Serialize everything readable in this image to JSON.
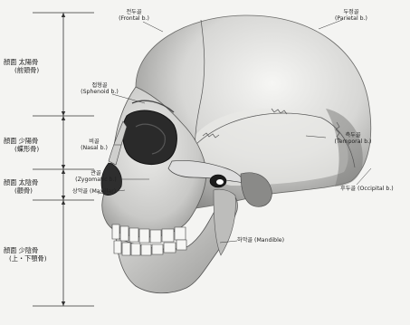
{
  "labels": {
    "frontal": {
      "ko": "전두골",
      "en": "(Frontal b.)"
    },
    "parietal": {
      "ko": "두정골",
      "en": "(Parietal b.)"
    },
    "sphenoid": {
      "ko": "접형골",
      "en": "(Sphenoid b.)"
    },
    "nasal": {
      "ko": "비골",
      "en": "(Nasal b.)"
    },
    "zygomatic": {
      "ko": "관골",
      "en": "(Zygomatic b.)"
    },
    "maxilla": {
      "ko": "상악골 (Maxillar)"
    },
    "temporal": {
      "ko": "측두골",
      "en": "(Temporal b.)"
    },
    "occipital": {
      "ko": "후두골 (Occipital b.)"
    },
    "mandible": {
      "ko": "하악골 (Mandible)"
    }
  },
  "side_regions": [
    {
      "line1": "顔面 太陽骨",
      "line2": "(前頭骨)"
    },
    {
      "line1": "顔面 少陽骨",
      "line2": "(蝶形骨)"
    },
    {
      "line1": "顔面 太陰骨",
      "line2": "(顴骨)"
    },
    {
      "line1": "顔面 少陰骨",
      "line2": "(上・下顎骨)"
    }
  ],
  "colors": {
    "bone": "#dcdcda",
    "bone_light": "#f1f1ef",
    "bone_dark": "#8e8e8c",
    "shadow": "#3a3a3a",
    "line": "#333333"
  }
}
